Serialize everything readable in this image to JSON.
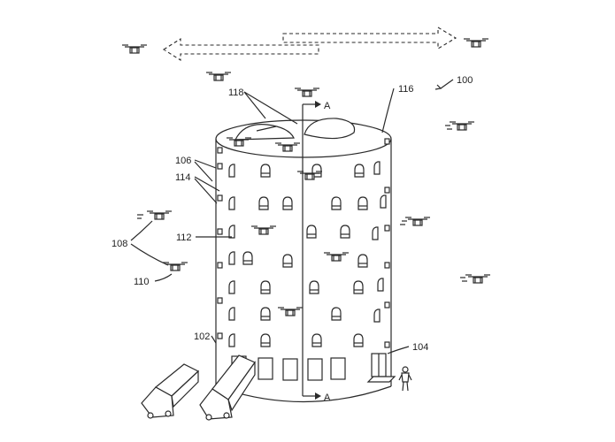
{
  "figure": {
    "ref_labels": {
      "facility": "100",
      "truck_bay": "102",
      "entrance": "104",
      "ports": "106",
      "drone_group": "108",
      "drone": "110",
      "wall": "112",
      "windows": "114",
      "top_edge": "116",
      "roof_openings": "118"
    },
    "section_marks": {
      "top": "A",
      "bottom": "A"
    }
  },
  "colors": {
    "line": "#2a2a2a",
    "background": "#ffffff"
  },
  "icons": [
    "drone-icon",
    "truck-icon",
    "person-icon",
    "dashed-double-arrow-icon"
  ]
}
